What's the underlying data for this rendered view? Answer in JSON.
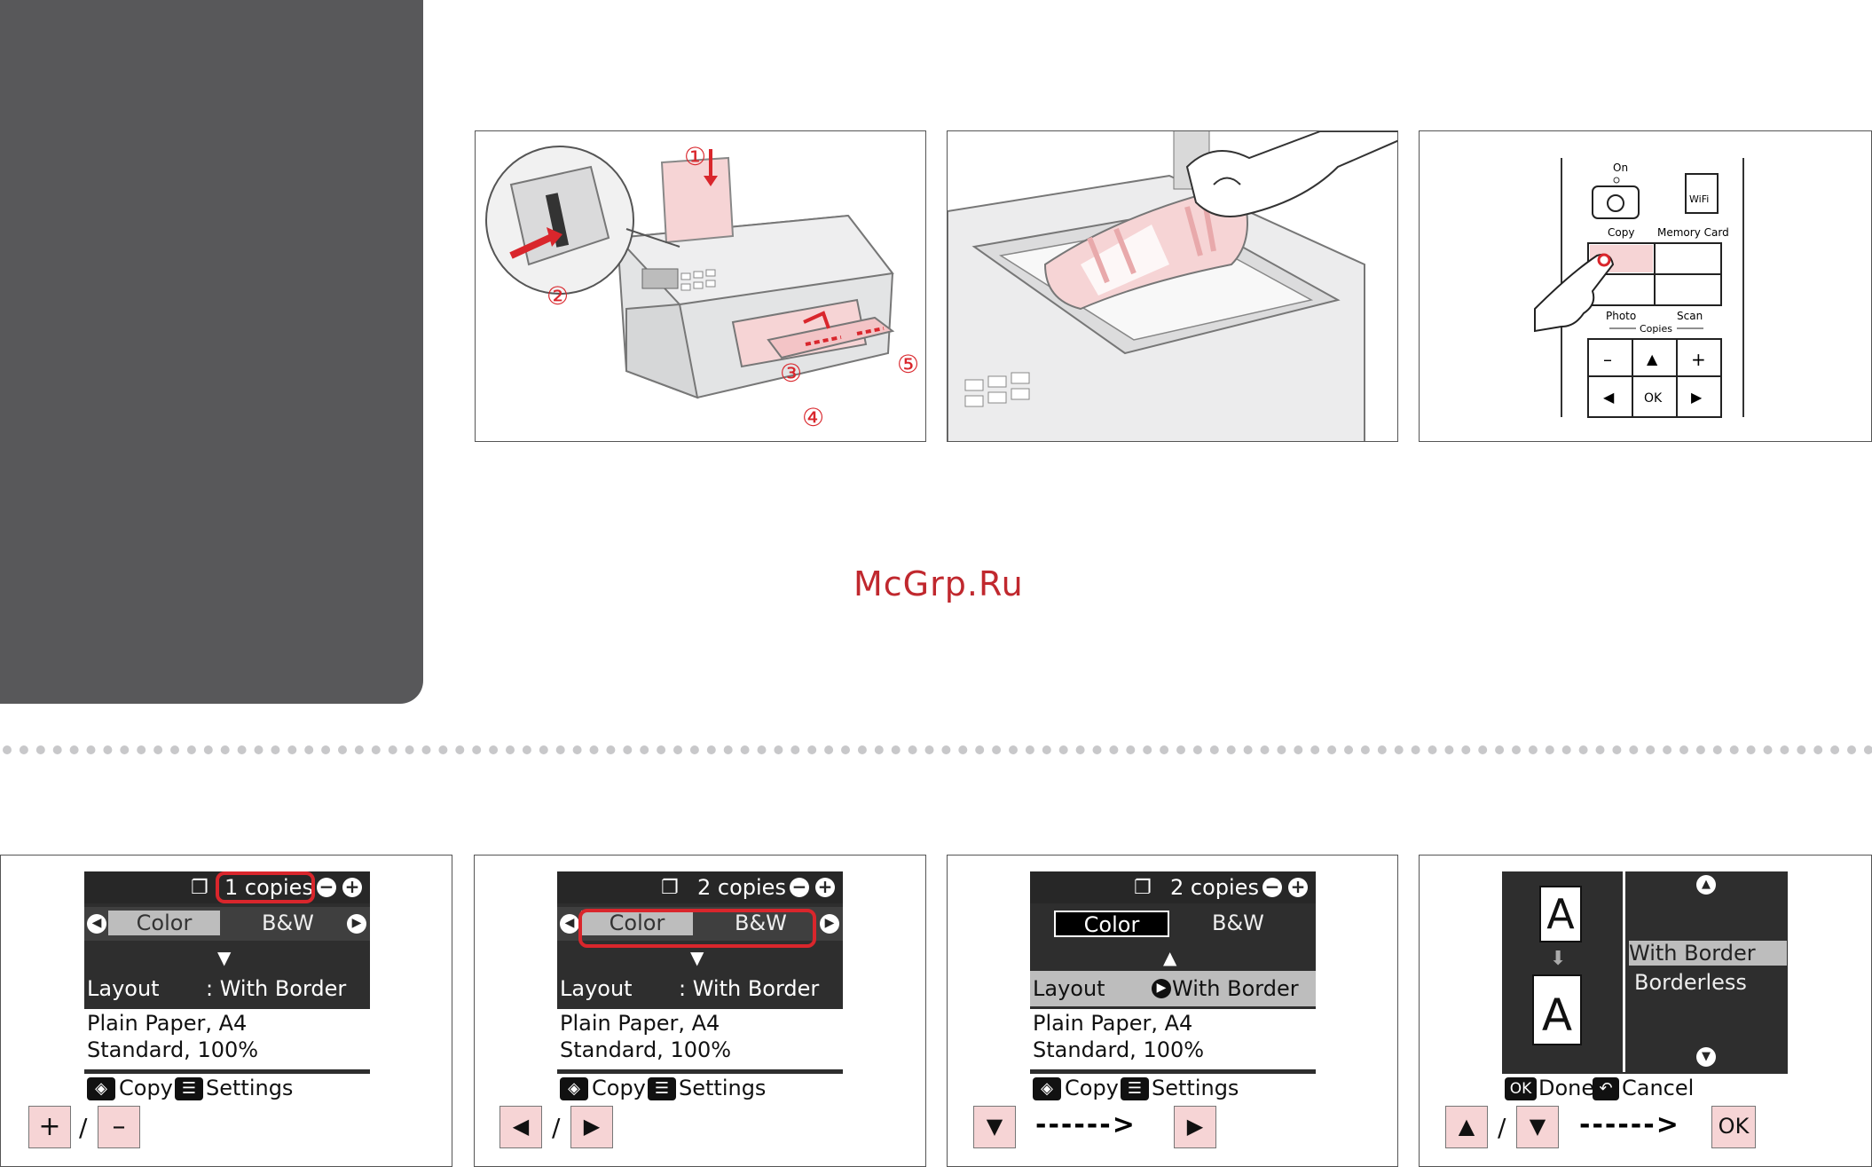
{
  "watermark": "McGrp.Ru",
  "illustrations": {
    "callouts": [
      "①",
      "②",
      "③",
      "④",
      "⑤"
    ],
    "control_panel": {
      "on_label": "On",
      "wifi_label": "WiFi",
      "copy_label": "Copy",
      "memory_card_label": "Memory Card",
      "photo_label": "Photo",
      "scan_label": "Scan",
      "copies_label": "Copies",
      "minus": "–",
      "up": "▲",
      "plus": "+",
      "left": "◀",
      "ok": "OK",
      "right": "▶"
    }
  },
  "screens": {
    "s1": {
      "copies": "1 copies",
      "color": "Color",
      "bw": "B&W",
      "layout_label": "Layout",
      "layout_value": ": With Border",
      "paper": "Plain Paper, A4",
      "quality": "Standard, 100%",
      "copy": "Copy",
      "settings": "Settings"
    },
    "s2": {
      "copies": "2 copies",
      "color": "Color",
      "bw": "B&W",
      "layout_label": "Layout",
      "layout_value": ": With Border",
      "paper": "Plain Paper, A4",
      "quality": "Standard, 100%",
      "copy": "Copy",
      "settings": "Settings"
    },
    "s3": {
      "copies": "2 copies",
      "color": "Color",
      "bw": "B&W",
      "layout_label": "Layout",
      "layout_value": "With Border",
      "paper": "Plain Paper, A4",
      "quality": "Standard, 100%",
      "copy": "Copy",
      "settings": "Settings"
    },
    "s4": {
      "letter": "A",
      "option1": "With Border",
      "option2": "Borderless",
      "ok": "OK",
      "done": "Done",
      "cancel": "Cancel"
    }
  },
  "buttons": {
    "plus": "+",
    "minus": "–",
    "slash": "/",
    "left": "◀",
    "right": "▶",
    "down": "▼",
    "up": "▲",
    "ok": "OK",
    "arrow": "------>"
  }
}
